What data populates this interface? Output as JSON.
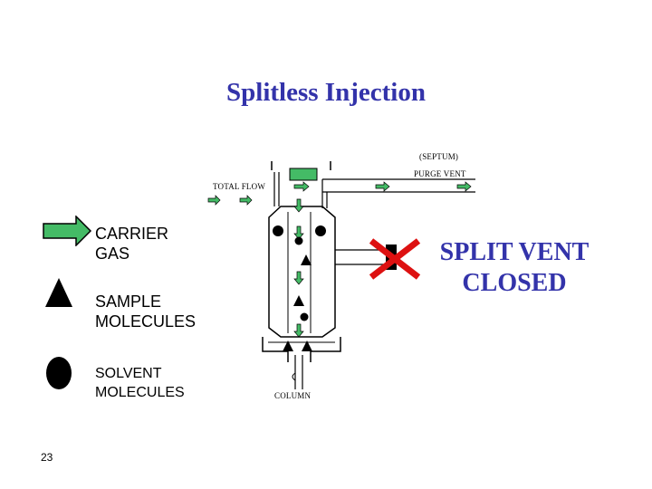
{
  "slide": {
    "title": "Splitless Injection",
    "page_number": "23"
  },
  "legend": {
    "carrier_gas": [
      "CARRIER",
      "GAS"
    ],
    "sample_molecules": [
      "SAMPLE",
      "MOLECULES"
    ],
    "solvent_molecules": [
      "SOLVENT",
      "MOLECULES"
    ]
  },
  "diagram": {
    "septum_label": "(SEPTUM)",
    "purge_vent_label": "PURGE VENT",
    "total_flow_label": "TOTAL FLOW",
    "column_label": "COLUMN",
    "split_vent_status": [
      "SPLIT VENT",
      "CLOSED"
    ]
  },
  "colors": {
    "title": "#3333aa",
    "arrow_fill": "#44bb66",
    "close_mark": "#dd1111"
  }
}
